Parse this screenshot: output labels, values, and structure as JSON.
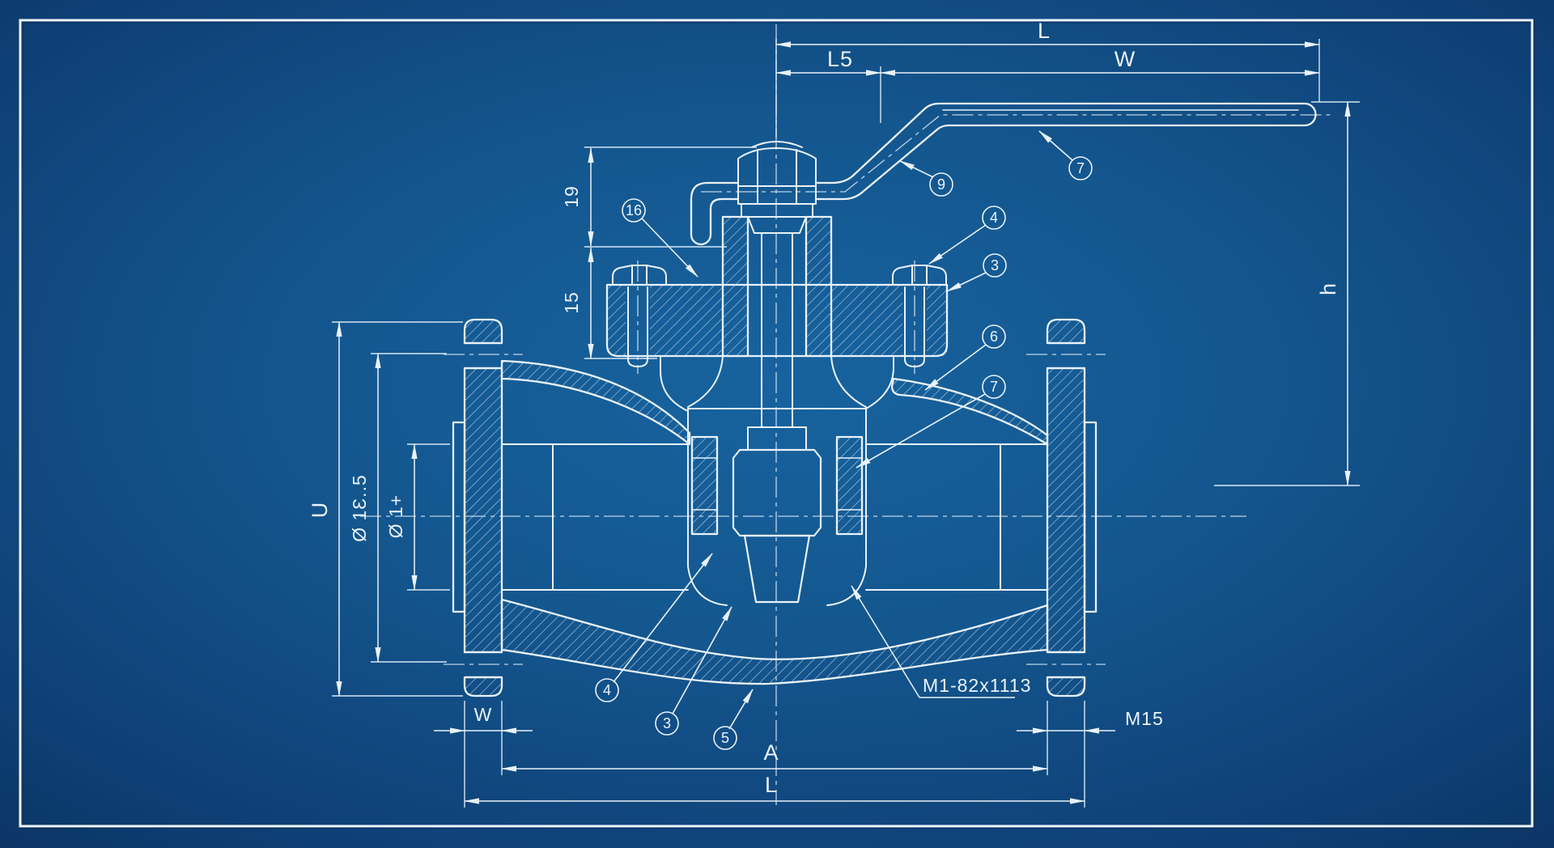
{
  "dimensions": {
    "overall_length_top": "L",
    "handle_offset_top": "L5",
    "handle_grip_length_top": "W",
    "handle_height_right": "h",
    "stem_upper_left": "19",
    "stem_lower_left": "15",
    "flange_outer_diameter": "U",
    "bolt_circle_diameter": "Ø 1Ɛ..5",
    "bore_diameter": "Ø 1+",
    "flange_thickness_bottom_left": "W",
    "flange_thread_bottom_right": "M15",
    "port_distance_bottom": "A",
    "face_to_face_bottom": "L",
    "thread_note": "M1-82x1113"
  },
  "callouts": {
    "bonnet_flange": "16",
    "handle_bend": "9",
    "handle_grip": "7",
    "gland_nut_top": "4",
    "gland_bolt_top": "3",
    "stuffing_box": "6",
    "seat_right": "7",
    "seat_left_bottom": "4",
    "plug_bottom": "3",
    "body_bottom": "5"
  },
  "colors": {
    "background_center": "#17639f",
    "background_edge": "#0b3261",
    "line": "#e9f2f9"
  }
}
